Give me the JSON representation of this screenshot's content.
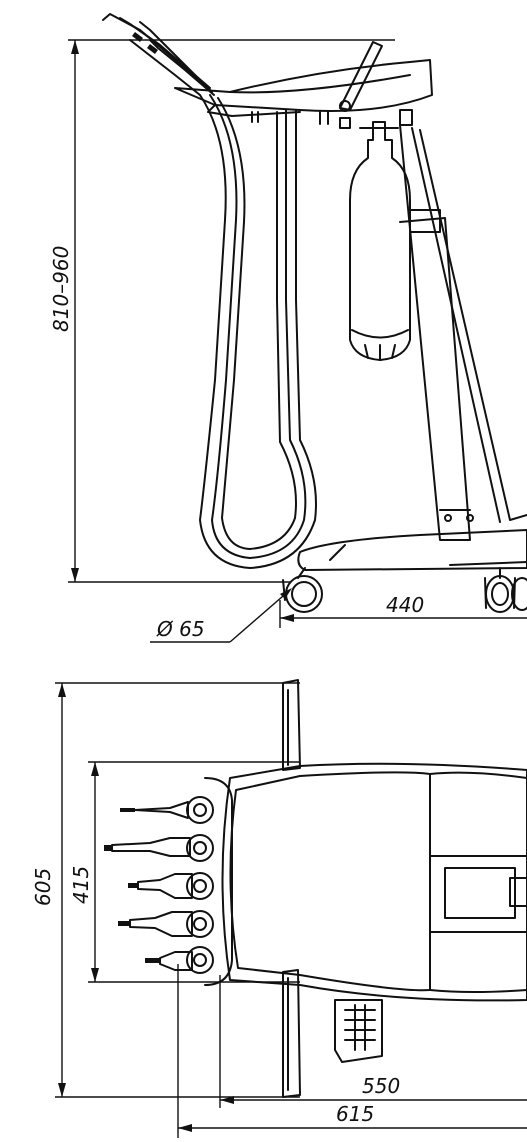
{
  "dimensions": {
    "height_range": "810–960",
    "wheel_diameter": "Ø 65",
    "base_length": "440",
    "overall_width": "605",
    "inner_width": "415",
    "body_length": "550",
    "overall_length": "615"
  }
}
